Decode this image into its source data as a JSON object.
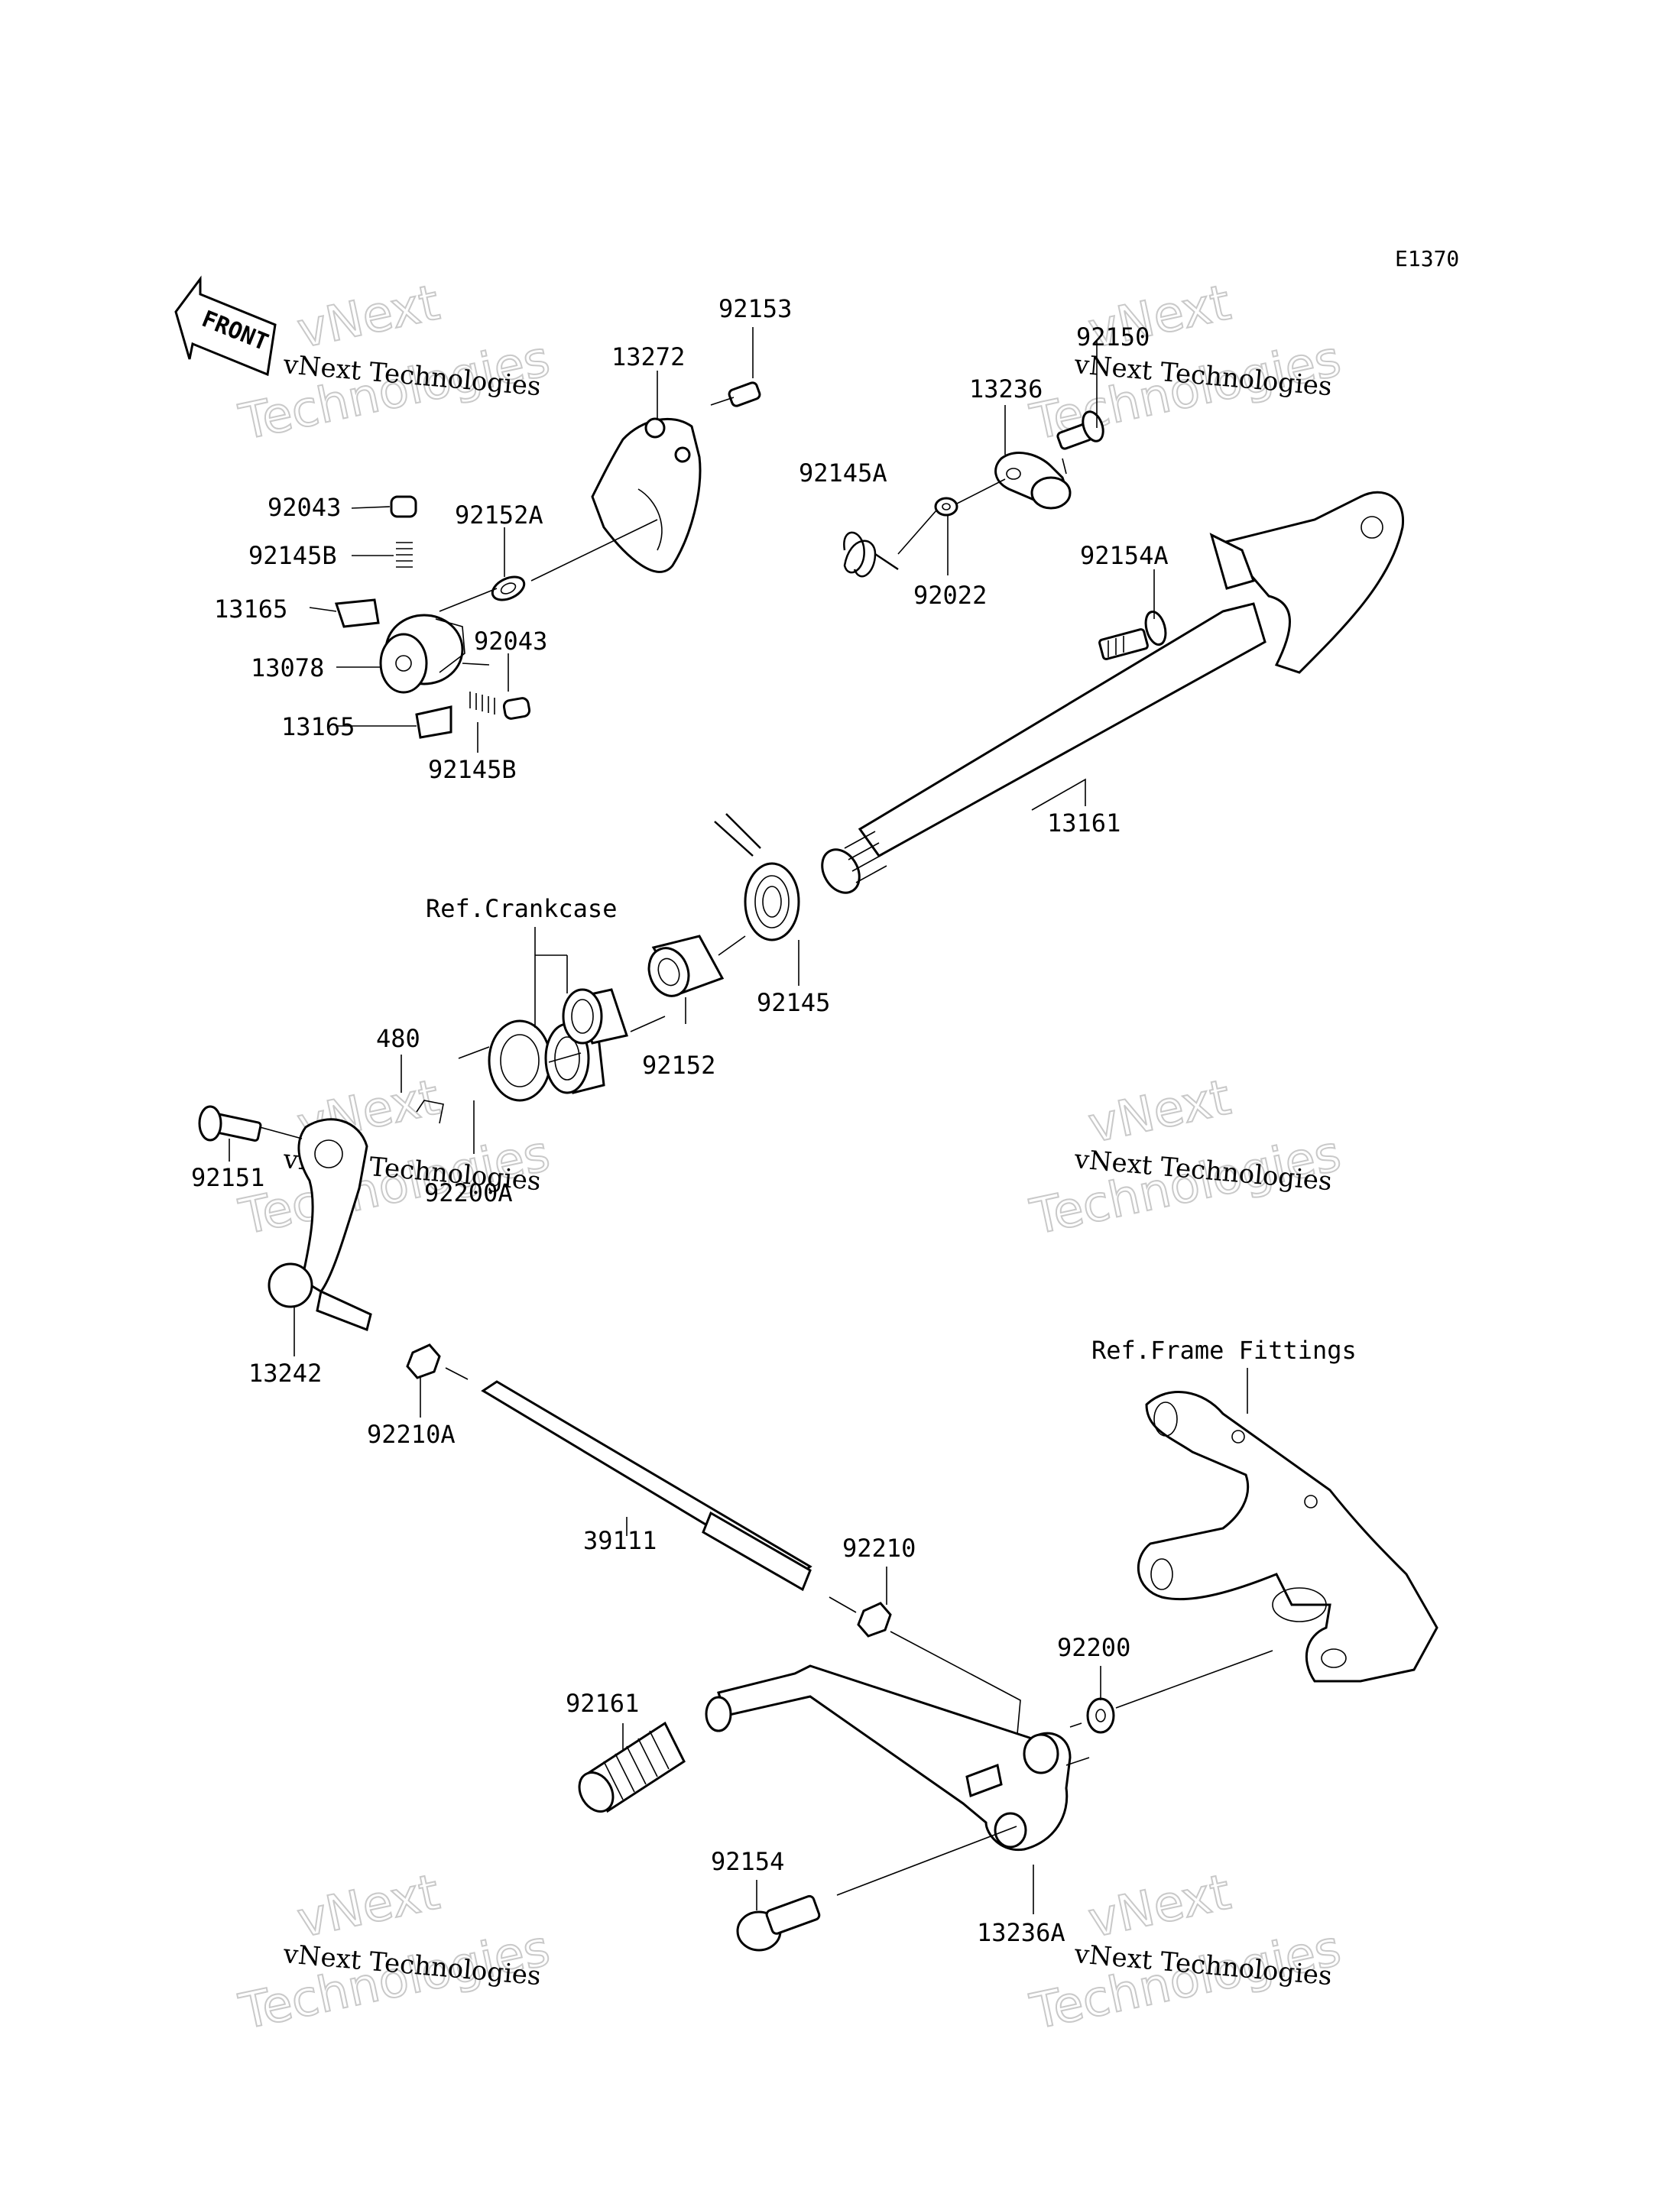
{
  "diagram": {
    "code": "E1370",
    "front_label": "FRONT",
    "references": {
      "crankcase": "Ref.Crankcase",
      "frame_fittings": "Ref.Frame Fittings"
    },
    "watermark": {
      "line1": "vNext",
      "line2": "Technologies",
      "small": "vNext Technologies"
    },
    "parts": [
      {
        "id": "p92153",
        "label": "92153"
      },
      {
        "id": "p13272",
        "label": "13272"
      },
      {
        "id": "p92150",
        "label": "92150"
      },
      {
        "id": "p13236",
        "label": "13236"
      },
      {
        "id": "p92145A",
        "label": "92145A"
      },
      {
        "id": "p92022",
        "label": "92022"
      },
      {
        "id": "p92154A",
        "label": "92154A"
      },
      {
        "id": "p92043a",
        "label": "92043"
      },
      {
        "id": "p92152A",
        "label": "92152A"
      },
      {
        "id": "p92145Ba",
        "label": "92145B"
      },
      {
        "id": "p13165a",
        "label": "13165"
      },
      {
        "id": "p92043b",
        "label": "92043"
      },
      {
        "id": "p13078",
        "label": "13078"
      },
      {
        "id": "p13165b",
        "label": "13165"
      },
      {
        "id": "p92145Bb",
        "label": "92145B"
      },
      {
        "id": "p13161",
        "label": "13161"
      },
      {
        "id": "p92145",
        "label": "92145"
      },
      {
        "id": "p92152",
        "label": "92152"
      },
      {
        "id": "p480",
        "label": "480"
      },
      {
        "id": "p92151",
        "label": "92151"
      },
      {
        "id": "p92200A",
        "label": "92200A"
      },
      {
        "id": "p13242",
        "label": "13242"
      },
      {
        "id": "p92210A",
        "label": "92210A"
      },
      {
        "id": "p39111",
        "label": "39111"
      },
      {
        "id": "p92210",
        "label": "92210"
      },
      {
        "id": "p92200",
        "label": "92200"
      },
      {
        "id": "p92161",
        "label": "92161"
      },
      {
        "id": "p92154",
        "label": "92154"
      },
      {
        "id": "p13236A",
        "label": "13236A"
      }
    ]
  }
}
